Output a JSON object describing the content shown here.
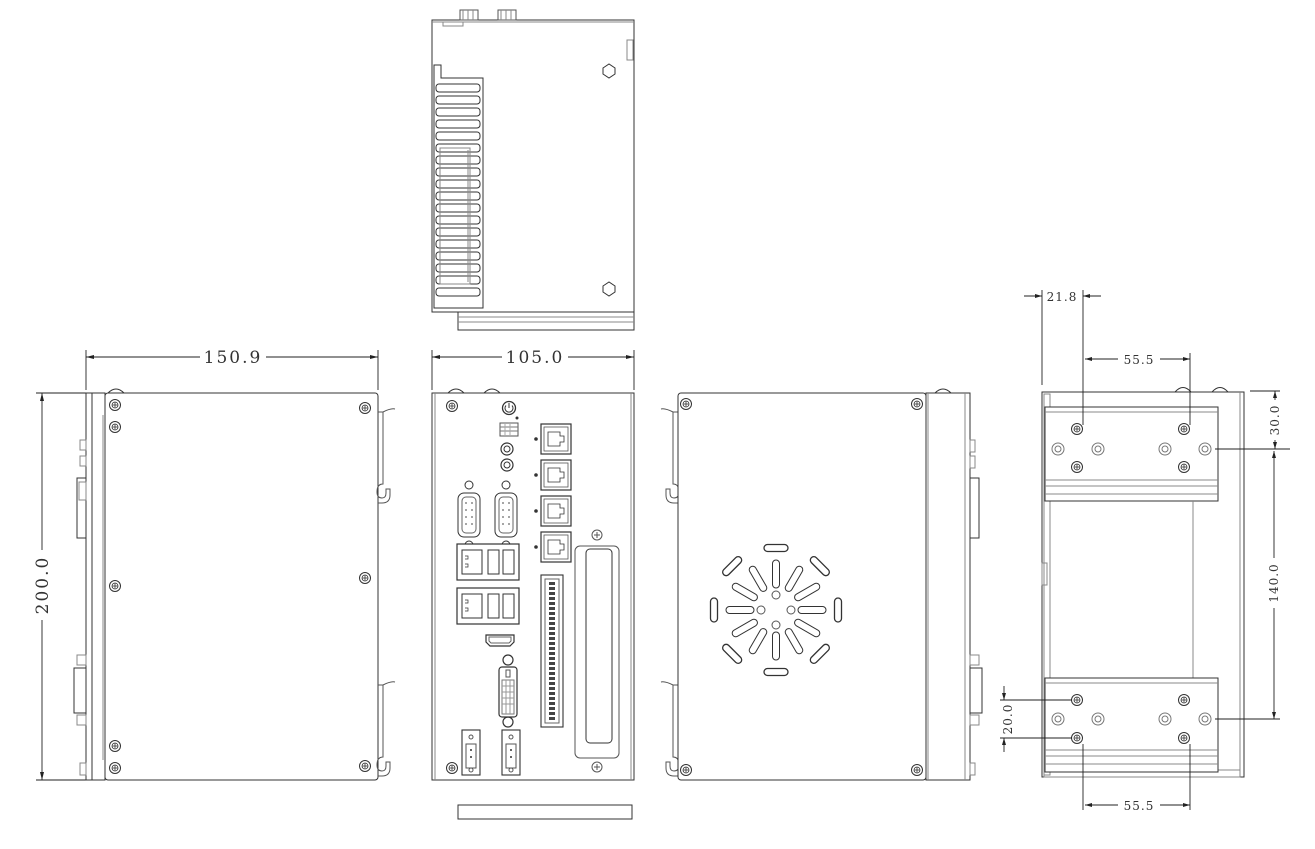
{
  "drawing": {
    "views": [
      "top-view",
      "left-side-view",
      "front-io-view",
      "right-side-view",
      "rear-din-mount-view"
    ],
    "units": "mm"
  },
  "dimensions": {
    "depth": "150.9",
    "width": "105.0",
    "height": "200.0",
    "din_offset": "21.8",
    "hole_spacing_top": "55.5",
    "hole_spacing_bottom": "55.5",
    "top_bracket_offset": "30.0",
    "bracket_spacing": "140.0",
    "hole_vertical_spacing": "20.0"
  },
  "front_panel": {
    "ports": [
      "power-button",
      "led-indicators",
      "audio-jack-1",
      "audio-jack-2",
      "com-port-1",
      "com-port-2",
      "lan-port-1",
      "lan-port-2",
      "lan-port-3",
      "lan-port-4",
      "usb-lan-combo-1",
      "usb-lan-combo-2",
      "hdmi-port",
      "dvi-port",
      "dio-terminal-block",
      "expansion-slot",
      "power-connector-1",
      "power-connector-2"
    ]
  }
}
